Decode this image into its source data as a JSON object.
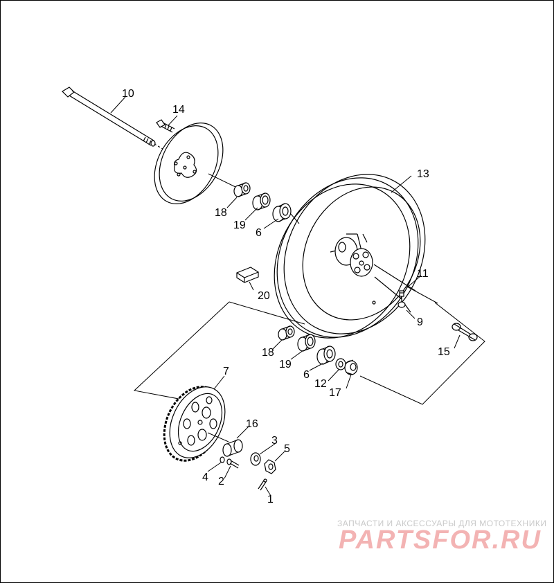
{
  "diagram": {
    "callouts": {
      "p1": "1",
      "p2": "2",
      "p3": "3",
      "p4": "4",
      "p5": "5",
      "p6a": "6",
      "p6b": "6",
      "p7": "7",
      "p9": "9",
      "p10": "10",
      "p11": "11",
      "p12": "12",
      "p13": "13",
      "p14": "14",
      "p15": "15",
      "p16": "16",
      "p17": "17",
      "p18a": "18",
      "p18b": "18",
      "p19a": "19",
      "p19b": "19",
      "p20": "20"
    }
  },
  "watermark": {
    "subtitle": "ЗАПЧАСТИ И АКСЕССУАРЫ ДЛЯ МОТОТЕХНИКИ",
    "brand": "PARTSFOR.RU",
    "footer": "                 "
  },
  "colors": {
    "line": "#000000",
    "watermark_brand": "#f3b3b3",
    "watermark_text": "#c9c9c9"
  }
}
